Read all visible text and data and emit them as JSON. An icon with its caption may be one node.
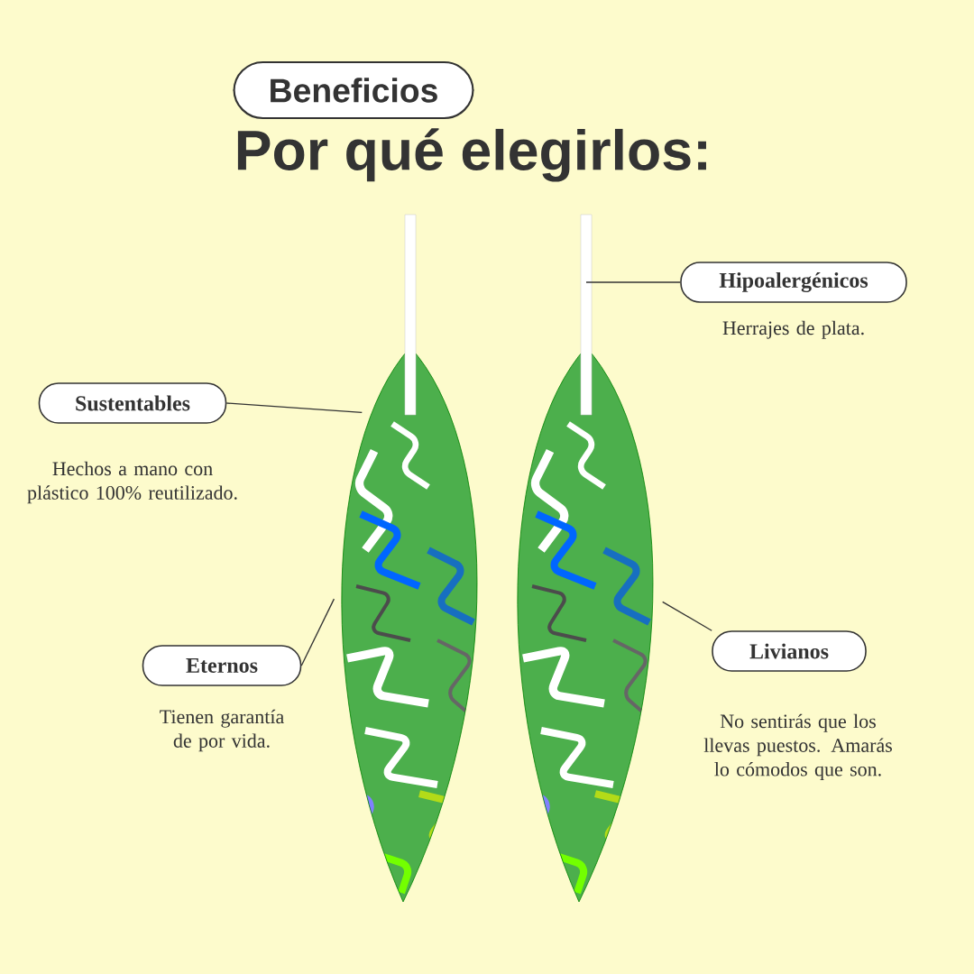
{
  "diagram": {
    "title": "Por qué elegirlos:",
    "nodes": [
      {
        "text": [
          "Beneficios"
        ]
      },
      {
        "text": [
          "Sustentables"
        ],
        "beside": [
          "Hechos a mano con plástico 100% reutilizado."
        ]
      },
      {
        "text": [
          "Eternos"
        ],
        "beside": [
          "Tienen garantía de por vida."
        ]
      },
      {
        "text": [
          "Hipoalergénicos"
        ],
        "beside": [
          "Herrajes de plata."
        ]
      },
      {
        "text": [
          "Livianos"
        ],
        "beside": [
          "No sentirás que los llevas puestos. Amarás lo cómodos que son."
        ]
      },
      {
        "text": [],
        "shape": "picture"
      },
      {
        "text": [],
        "shape": "picture"
      }
    ],
    "edges": [
      {
        "from": 1,
        "to": 5,
        "arrow": "none"
      },
      {
        "from": 2,
        "to": 5,
        "arrow": "none"
      },
      {
        "from": 3,
        "to": 6,
        "arrow": "none"
      },
      {
        "from": 4,
        "to": 6,
        "arrow": "none"
      }
    ]
  }
}
